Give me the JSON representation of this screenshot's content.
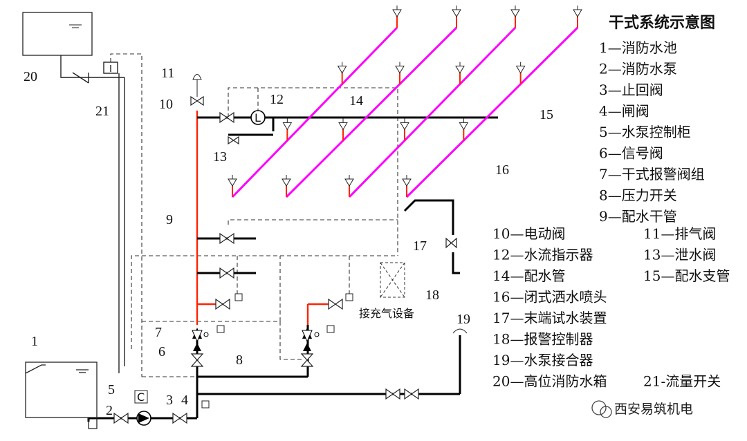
{
  "title": "干式系统示意图",
  "legend_right": [
    "1—消防水池",
    "2—消防水泵",
    "3—止回阀",
    "4—闸阀",
    "5—水泵控制柜",
    "6—信号阀",
    "7—干式报警阀组",
    "8—压力开关",
    "9—配水干管"
  ],
  "legend_pairs": [
    [
      "10—电动阀",
      "11—排气阀"
    ],
    [
      "12—水流指示器",
      "13—泄水阀"
    ],
    [
      "14—配水管",
      "15—配水支管"
    ],
    [
      "16—闭式洒水喷头",
      ""
    ],
    [
      "17—末端试水装置",
      ""
    ],
    [
      "18—报警控制器",
      ""
    ],
    [
      "19—水泵接合器",
      ""
    ],
    [
      "20—高位消防水箱",
      "21-流量开关"
    ]
  ],
  "device_label": "接充气设备",
  "numbers": {
    "n1": "1",
    "n2": "2",
    "n3": "3",
    "n4": "4",
    "n5": "5",
    "n6": "6",
    "n7": "7",
    "n8": "8",
    "n9": "9",
    "n10": "10",
    "n11": "11",
    "n12": "12",
    "n13": "13",
    "n14": "14",
    "n15": "15",
    "n16": "16",
    "n17": "17",
    "n18": "18",
    "n19": "19",
    "n20": "20",
    "n21": "21"
  },
  "watermark": "西安易筑机电",
  "colors": {
    "pipe_red": "#ff2200",
    "branch_magenta": "#ff00ff",
    "pipe_black": "#000000",
    "dashed": "#333333"
  }
}
